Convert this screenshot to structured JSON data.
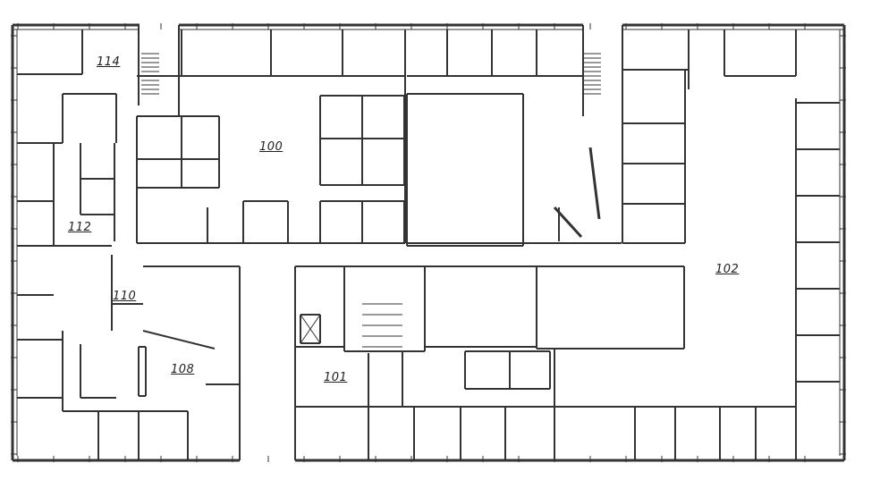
{
  "floor_plan": {
    "wall_color": "#333333",
    "background": "#ffffff",
    "rooms": [
      {
        "id": "room-114",
        "label": "114"
      },
      {
        "id": "room-100",
        "label": "100"
      },
      {
        "id": "room-112",
        "label": "112"
      },
      {
        "id": "room-110",
        "label": "110"
      },
      {
        "id": "room-108",
        "label": "108"
      },
      {
        "id": "room-101",
        "label": "101"
      },
      {
        "id": "room-102",
        "label": "102"
      }
    ]
  }
}
